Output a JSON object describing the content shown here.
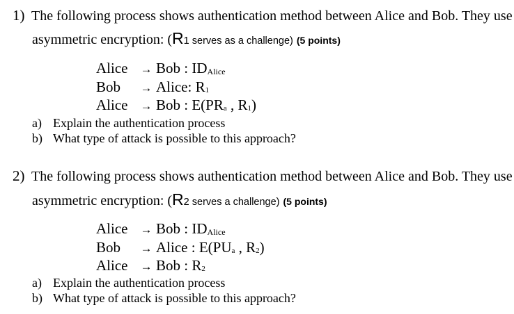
{
  "questions": [
    {
      "number": "1)",
      "intro": "The following process shows authentication method between Alice and Bob. They use",
      "cont_prefix": "asymmetric encryption: (",
      "cont_r": "R",
      "cont_r_sub": "1",
      "cont_note": " serves as a challenge)",
      "points": "(5 points)",
      "steps": [
        {
          "from": "Alice",
          "arrow": "→",
          "to": "Bob",
          "sep": " : ",
          "msg": "ID",
          "msg_sub": "Alice",
          "msg_tail": "",
          "msg_sub2": "",
          "msg_end": ""
        },
        {
          "from": "Bob",
          "arrow": "→",
          "to": "Alice",
          "sep": ": ",
          "msg": "R",
          "msg_sub": "1",
          "msg_tail": "",
          "msg_sub2": "",
          "msg_end": ""
        },
        {
          "from": "Alice",
          "arrow": "→",
          "to": "Bob",
          "sep": " : ",
          "msg": "E(PR",
          "msg_sub": "a",
          "msg_tail": " , R",
          "msg_sub2": "1",
          "msg_end": ")"
        }
      ],
      "items": [
        {
          "letter": "a)",
          "text": "Explain the authentication process"
        },
        {
          "letter": "b)",
          "text": "What type of attack is possible to this approach?"
        }
      ]
    },
    {
      "number": "2)",
      "intro": "The following process shows authentication method between Alice and Bob. They use",
      "cont_prefix": "asymmetric encryption: (",
      "cont_r": "R",
      "cont_r_sub": "2",
      "cont_note": " serves a challenge)",
      "points": "(5 points)",
      "steps": [
        {
          "from": "Alice",
          "arrow": "→",
          "to": "Bob",
          "sep": " : ",
          "msg": "ID",
          "msg_sub": "Alice",
          "msg_tail": "",
          "msg_sub2": "",
          "msg_end": ""
        },
        {
          "from": "Bob",
          "arrow": "→",
          "to": "Alice",
          "sep": " : ",
          "msg": "E(PU",
          "msg_sub": "a",
          "msg_tail": " , R",
          "msg_sub2": "2",
          "msg_end": ")"
        },
        {
          "from": "Alice",
          "arrow": "→",
          "to": "Bob",
          "sep": " : ",
          "msg": "R",
          "msg_sub": "2",
          "msg_tail": "",
          "msg_sub2": "",
          "msg_end": ""
        }
      ],
      "items": [
        {
          "letter": "a)",
          "text": "Explain the authentication process"
        },
        {
          "letter": "b)",
          "text": "What type of attack is possible to this approach?"
        }
      ]
    }
  ]
}
